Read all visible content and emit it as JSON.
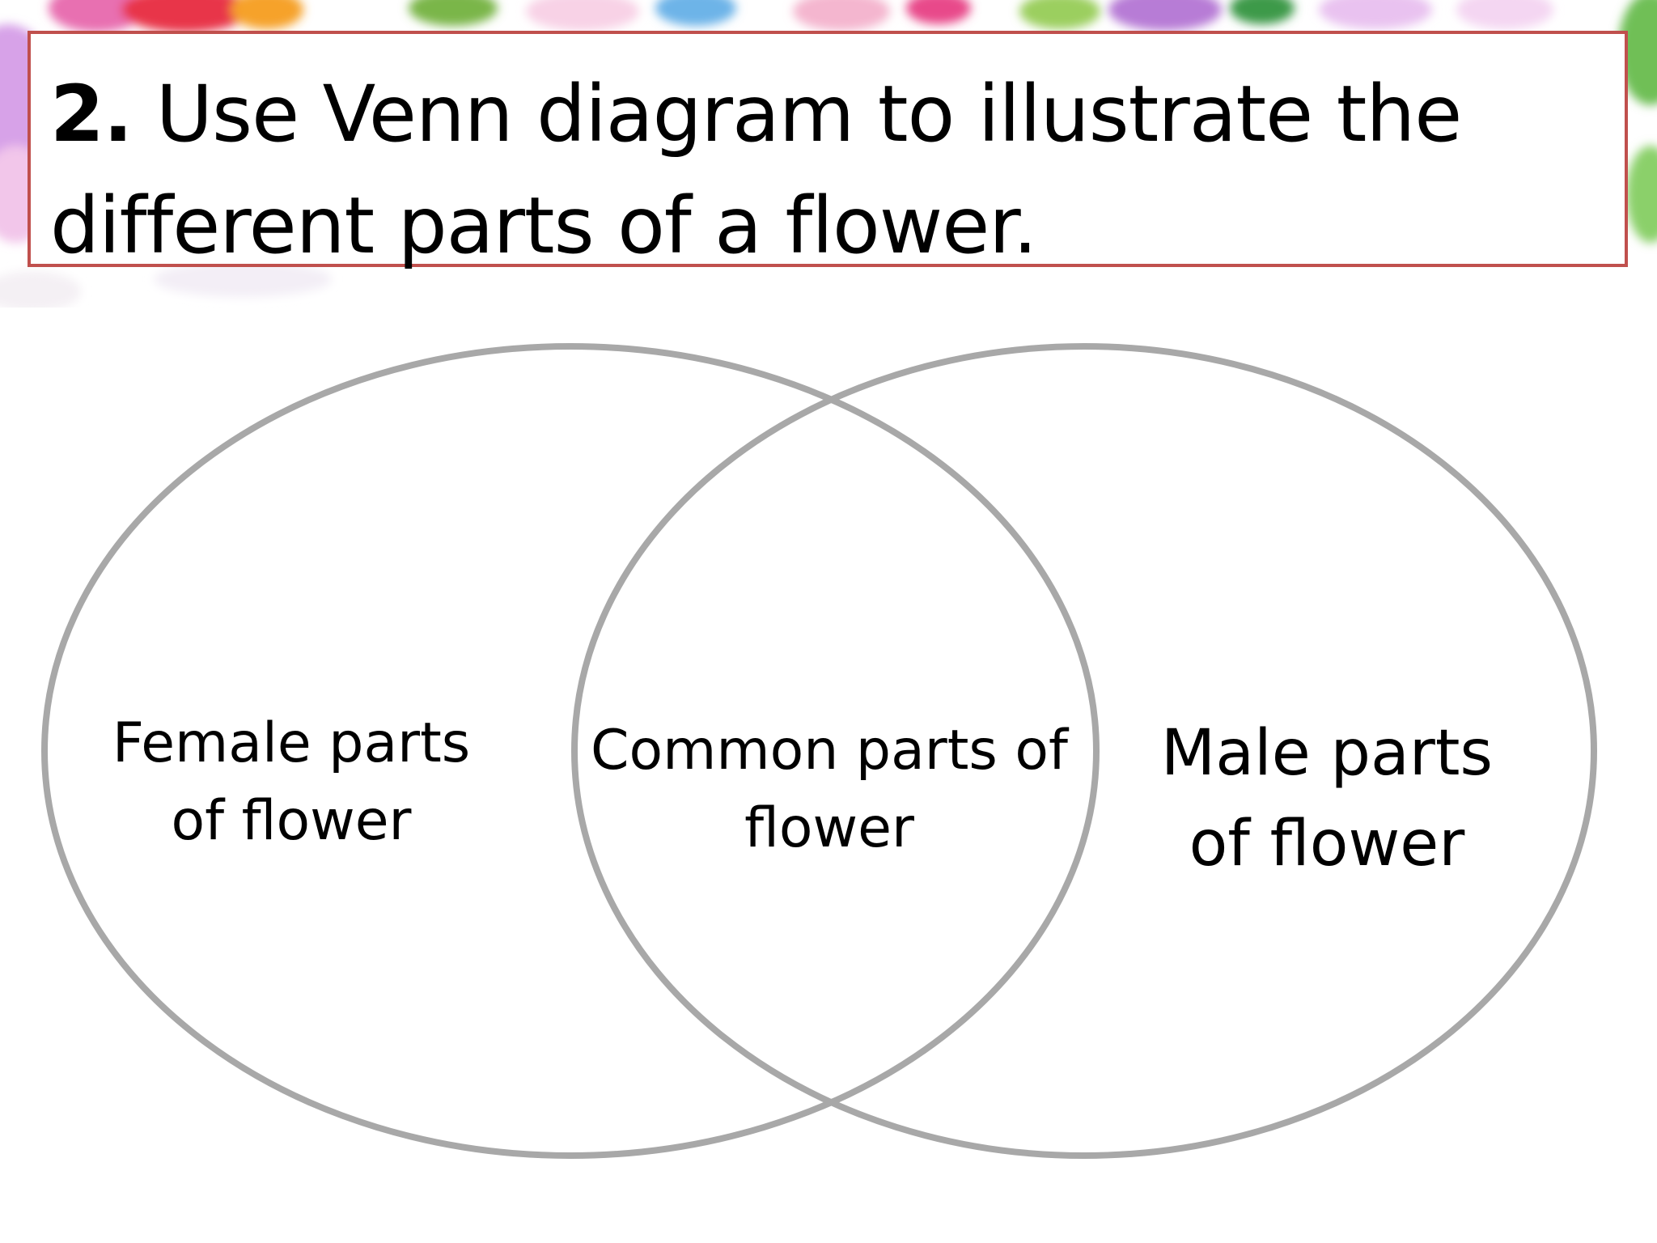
{
  "title": {
    "number": "2.",
    "text": " Use Venn diagram to illustrate the different parts of a flower."
  },
  "venn": {
    "left_set": {
      "line1": "Female parts",
      "line2": "of flower"
    },
    "intersection": {
      "line1": "Common parts of",
      "line2": "flower"
    },
    "right_set": {
      "line1": "Male parts",
      "line2": "of flower"
    }
  },
  "colors": {
    "title_border": "#c0504d",
    "circle_stroke": "#a8a8a8",
    "text": "#000000"
  }
}
